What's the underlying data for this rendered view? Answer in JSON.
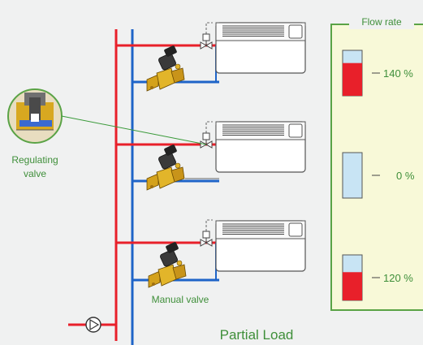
{
  "flow_panel": {
    "title": "Flow rate",
    "rows": [
      {
        "label": "140 %",
        "fill_fraction": 0.72
      },
      {
        "label": "0 %",
        "fill_fraction": 0.0
      },
      {
        "label": "120 %",
        "fill_fraction": 0.62
      }
    ]
  },
  "labels": {
    "regulating_line1": "Regulating",
    "regulating_line2": "valve",
    "manual_valve": "Manual valve",
    "caption": "Partial Load"
  },
  "colors": {
    "background": "#f0f1f1",
    "supply_pipe": "#e8202a",
    "return_pipe": "#1e64c8",
    "panel_border": "#5aa346",
    "panel_fill": "#f8f9d8",
    "flow_high": "#e8202a",
    "flow_idle": "#c8e4f4",
    "label_green": "#3f8f3a",
    "leader_green": "#3a9a3a"
  },
  "icons": {
    "pump": "pump-icon",
    "radiator": "radiator-icon",
    "thermostatic_valve": "thermostatic-valve-icon",
    "balancing_valve": "balancing-valve-icon"
  }
}
